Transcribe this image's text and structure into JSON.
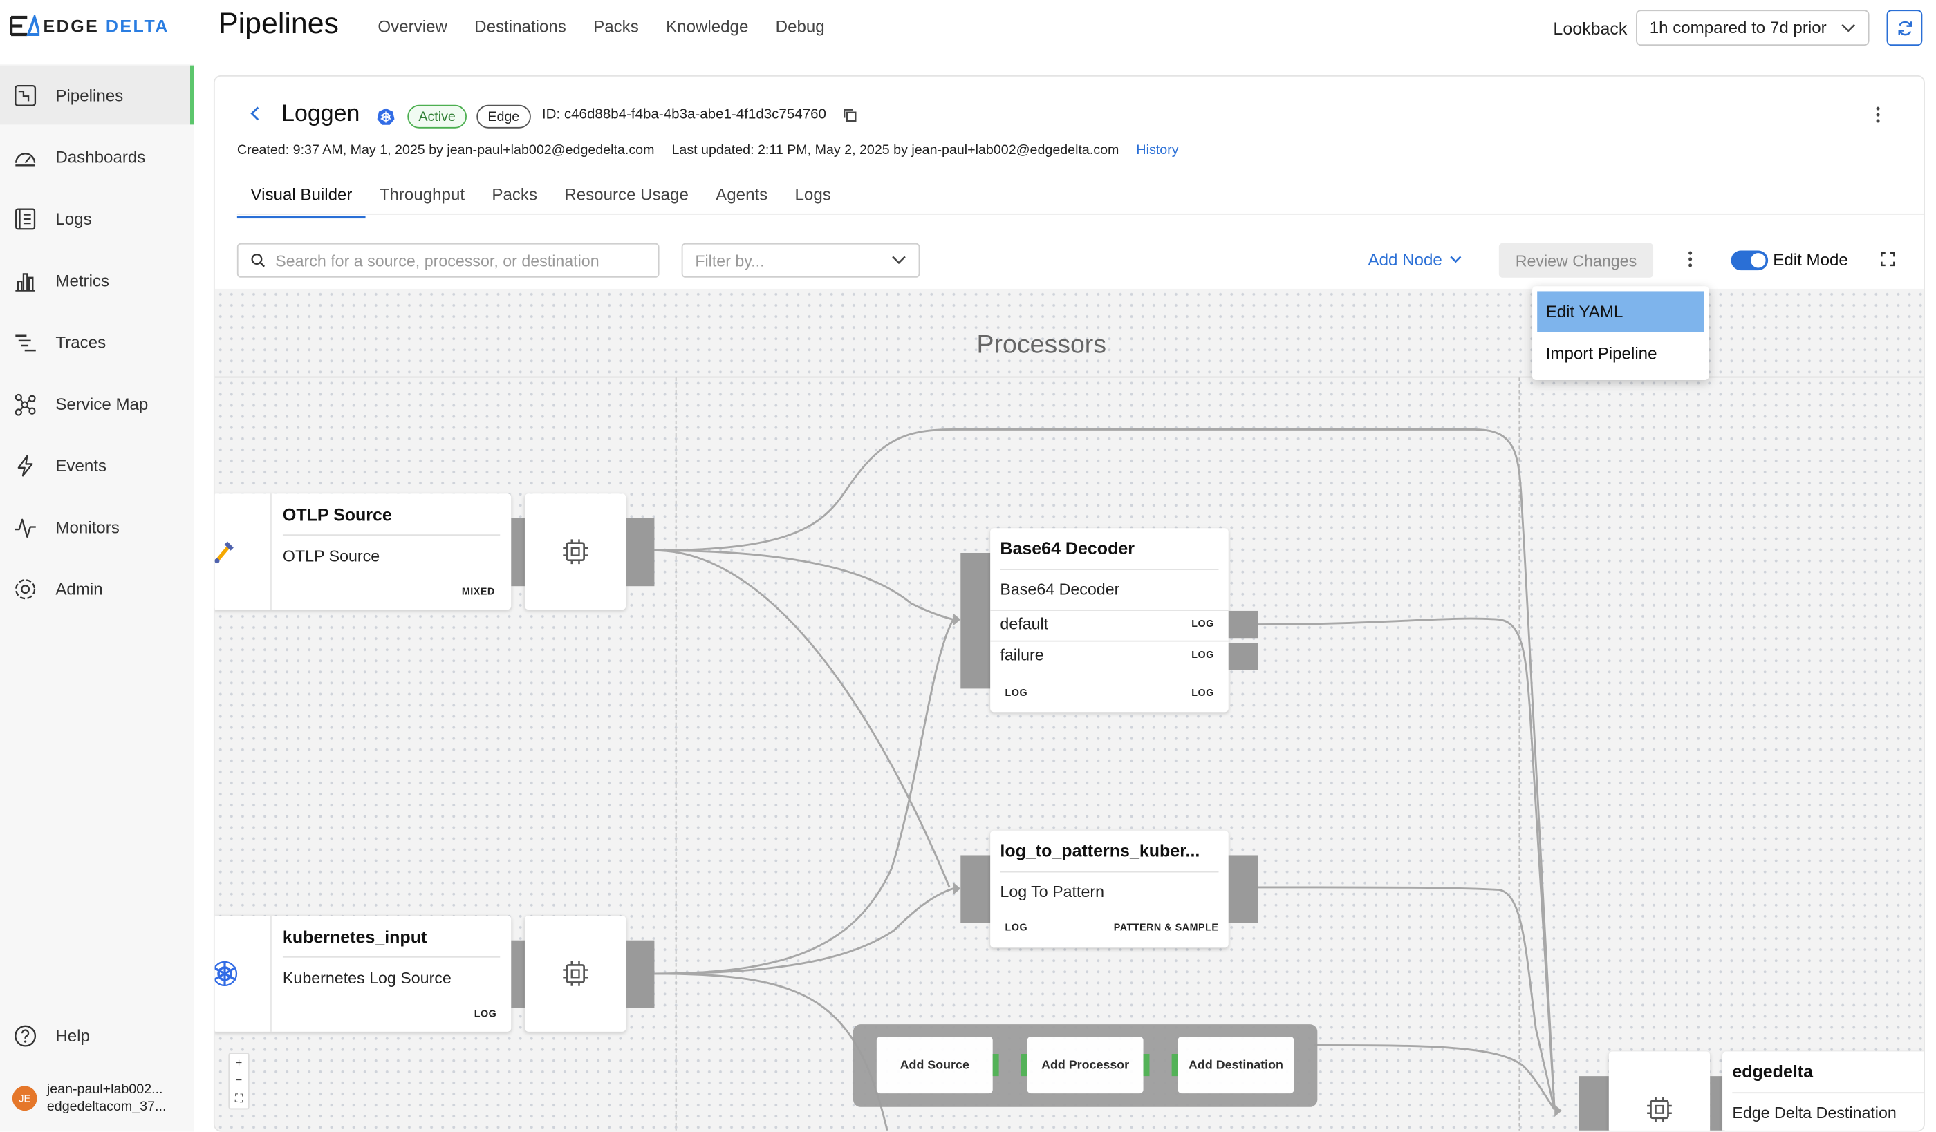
{
  "logo": {
    "text_main": "EDGE ",
    "text_accent": "DELTA"
  },
  "header": {
    "page_title": "Pipelines",
    "nav": [
      "Overview",
      "Destinations",
      "Packs",
      "Knowledge",
      "Debug"
    ],
    "lookback_label": "Lookback",
    "lookback_value": "1h compared to 7d prior"
  },
  "sidebar": {
    "items": [
      {
        "label": "Pipelines",
        "icon": "pipelines-icon"
      },
      {
        "label": "Dashboards",
        "icon": "dashboard-icon"
      },
      {
        "label": "Logs",
        "icon": "logs-icon"
      },
      {
        "label": "Metrics",
        "icon": "metrics-icon"
      },
      {
        "label": "Traces",
        "icon": "traces-icon"
      },
      {
        "label": "Service Map",
        "icon": "service-map-icon"
      },
      {
        "label": "Events",
        "icon": "lightning-icon"
      },
      {
        "label": "Monitors",
        "icon": "pulse-icon"
      },
      {
        "label": "Admin",
        "icon": "gear-icon"
      }
    ],
    "help_label": "Help",
    "user": {
      "initials": "JE",
      "line1": "jean-paul+lab002...",
      "line2": "edgedeltacom_37..."
    }
  },
  "pipeline": {
    "name": "Loggen",
    "status_badge": "Active",
    "type_badge": "Edge",
    "id_text": "ID: c46d88b4-f4ba-4b3a-abe1-4f1d3c754760",
    "created": "Created: 9:37 AM, May 1, 2025 by jean-paul+lab002@edgedelta.com",
    "updated": "Last updated: 2:11 PM, May 2, 2025 by jean-paul+lab002@edgedelta.com",
    "history_link": "History"
  },
  "tabs": [
    "Visual Builder",
    "Throughput",
    "Packs",
    "Resource Usage",
    "Agents",
    "Logs"
  ],
  "toolbar": {
    "search_placeholder": "Search for a source, processor, or destination",
    "filter_placeholder": "Filter by...",
    "add_node": "Add Node",
    "review_changes": "Review Changes",
    "edit_mode": "Edit Mode"
  },
  "menu": {
    "items": [
      "Edit YAML",
      "Import Pipeline"
    ]
  },
  "canvas": {
    "section_title": "Processors",
    "nodes": {
      "otlp": {
        "title": "OTLP Source",
        "subtitle": "OTLP Source",
        "tag": "MIXED"
      },
      "k8s": {
        "title": "kubernetes_input",
        "subtitle": "Kubernetes Log Source",
        "tag": "LOG"
      },
      "b64": {
        "title": "Base64 Decoder",
        "subtitle": "Base64 Decoder",
        "row1": "default",
        "row2": "failure",
        "tag": "LOG"
      },
      "ltp": {
        "title": "log_to_patterns_kuber...",
        "subtitle": "Log To Pattern",
        "tag_in": "LOG",
        "tag_out": "PATTERN & SAMPLE"
      },
      "dest": {
        "title": "edgedelta",
        "subtitle": "Edge Delta Destination"
      }
    },
    "zoom": {
      "in": "+",
      "out": "−",
      "fit": "⛶"
    },
    "add_buttons": [
      "Add Source",
      "Add Processor",
      "Add Destination"
    ]
  }
}
